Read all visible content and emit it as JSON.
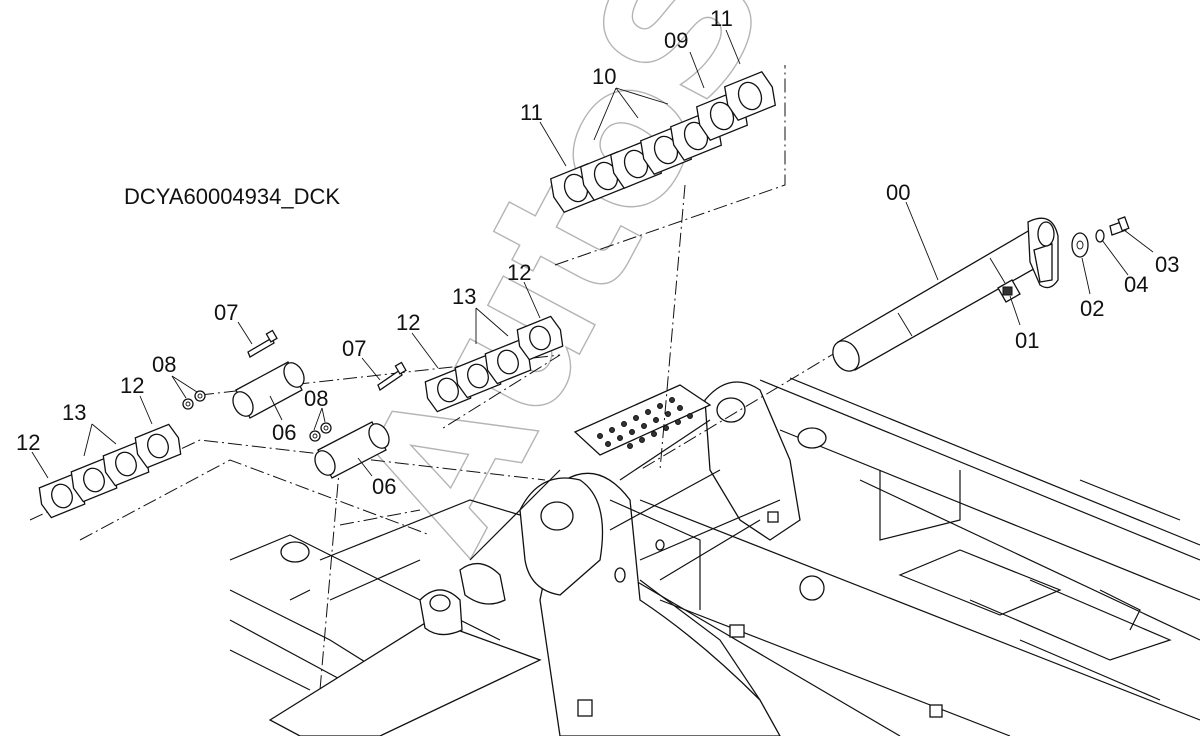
{
  "diagram_code": "DCYA60004934_DCK",
  "watermark": "AutoSoft",
  "part_callouts": [
    "00",
    "01",
    "02",
    "03",
    "04",
    "06",
    "07",
    "08",
    "09",
    "10",
    "11",
    "12",
    "13"
  ]
}
